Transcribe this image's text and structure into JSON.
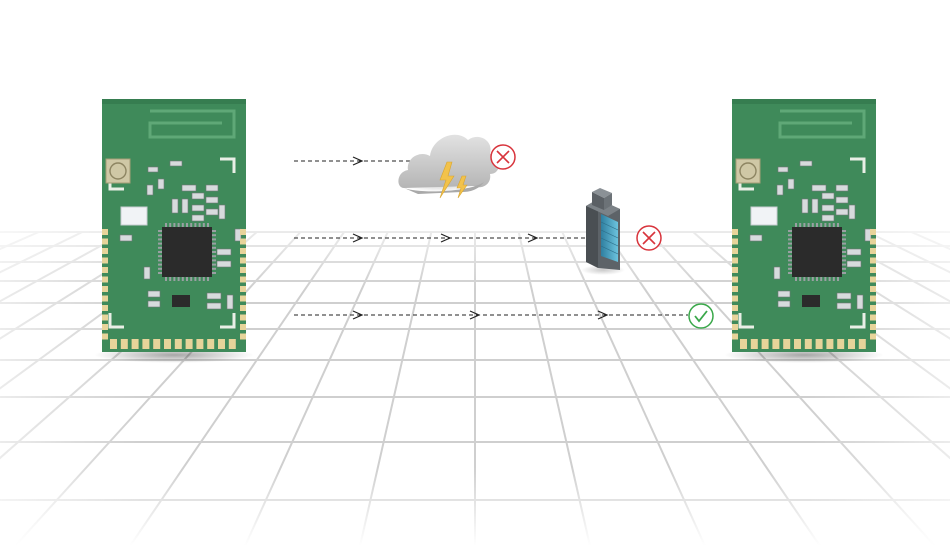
{
  "colors": {
    "background": "#ffffff",
    "pcb": "#3f8a5a",
    "pcb_dark": "#2e6f46",
    "silkscreen": "#e9efe6",
    "gold_pad": "#e7d49a",
    "chip": "#2b2b2b",
    "arrow": "#222222",
    "error": "#d8343c",
    "success": "#3aa84a",
    "cloud": "#c9c9c9",
    "lightning": "#f2c24b",
    "building_glass": "#4aa6c6",
    "building_body": "#555a5e",
    "grid": "#cfcfcf"
  },
  "icons": {
    "module_left": "wireless-module-icon",
    "module_right": "wireless-module-icon",
    "weather": "thunder-cloud-icon",
    "obstacle": "building-icon",
    "fail_1": "error-circle-icon",
    "fail_2": "error-circle-icon",
    "ok": "success-check-icon"
  },
  "paths": [
    {
      "obstacle": "weather",
      "result": "fail"
    },
    {
      "obstacle": "building",
      "result": "fail"
    },
    {
      "obstacle": "none",
      "result": "success"
    }
  ]
}
